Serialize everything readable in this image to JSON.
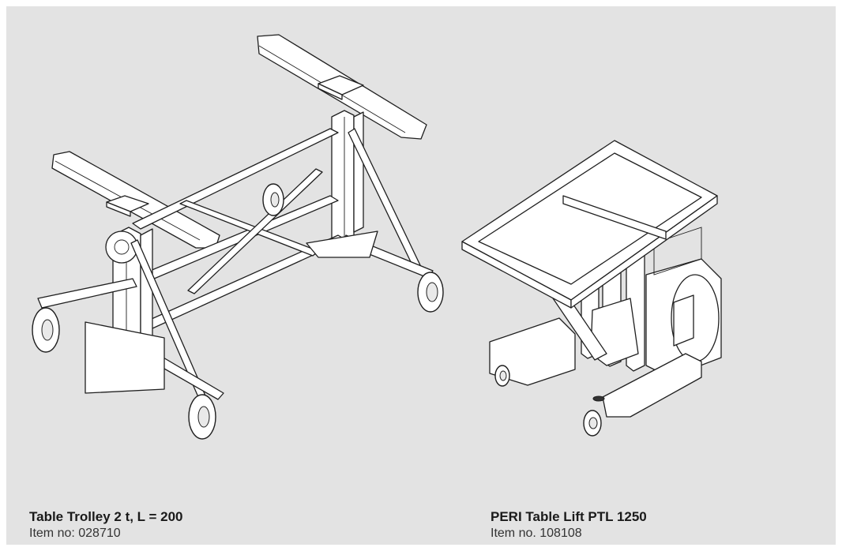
{
  "products": [
    {
      "title": "Table Trolley 2 t, L = 200",
      "item": "Item no: 028710",
      "icon": "table-trolley-drawing"
    },
    {
      "title": "PERI Table Lift PTL 1250",
      "item": "Item no. 108108",
      "icon": "table-lift-drawing"
    }
  ],
  "colors": {
    "panel": "#e3e3e3",
    "line": "#1f1f1f",
    "text": "#1a1a1a"
  }
}
